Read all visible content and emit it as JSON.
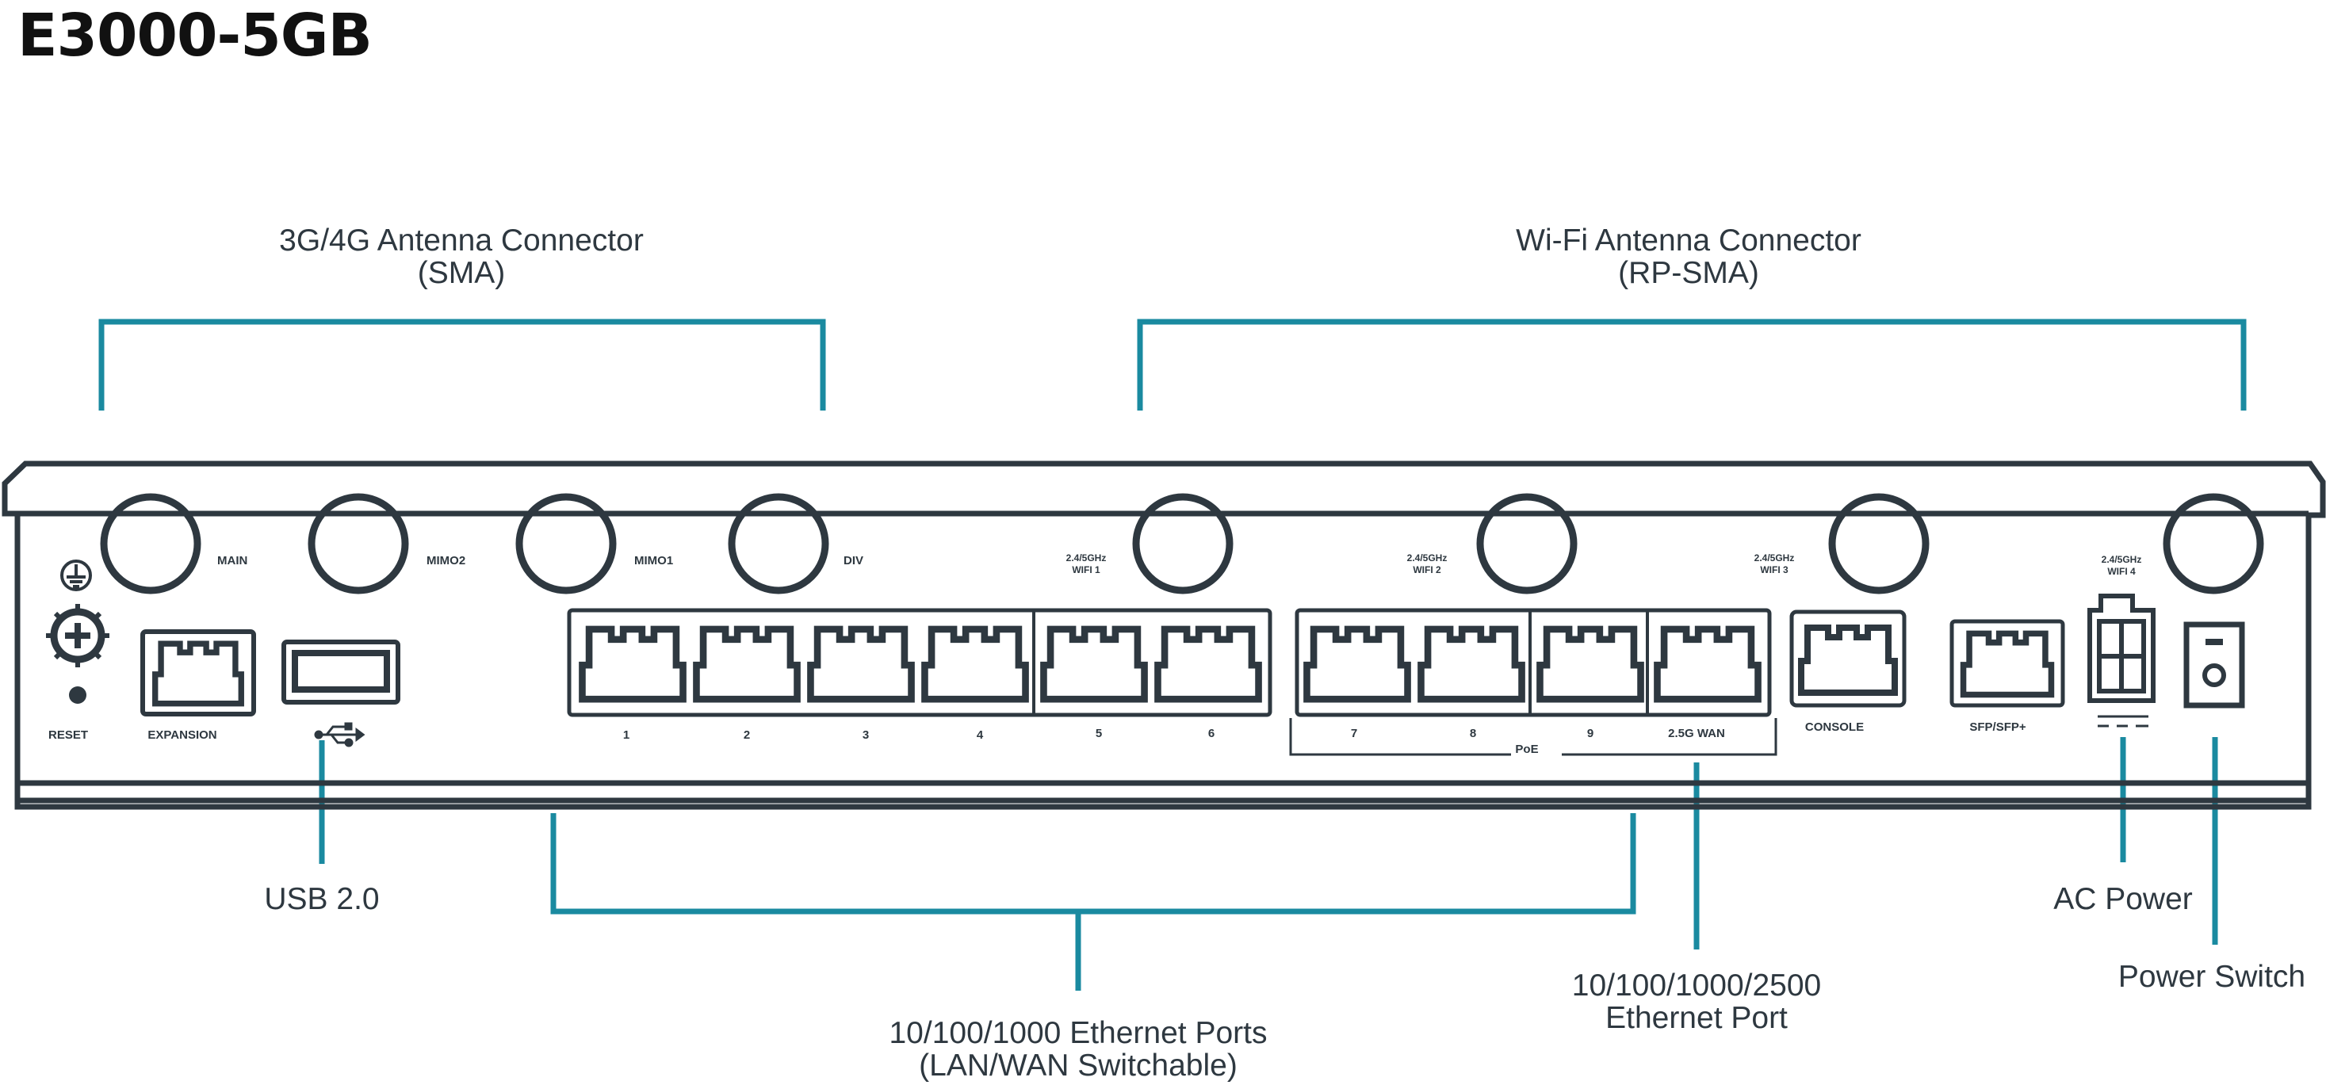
{
  "title": "E3000-5GB",
  "colors": {
    "accent": "#1a8aa0",
    "outline": "#2e3840",
    "background": "#ffffff"
  },
  "callouts": {
    "cellular_antenna": {
      "line1": "3G/4G Antenna Connector",
      "line2": "(SMA)"
    },
    "wifi_antenna": {
      "line1": "Wi-Fi Antenna Connector",
      "line2": "(RP-SMA)"
    },
    "usb": {
      "line1": "USB 2.0"
    },
    "ethernet_ports": {
      "line1": "10/100/1000 Ethernet Ports",
      "line2": "(LAN/WAN Switchable)"
    },
    "wan_port": {
      "line1": "10/100/1000/2500",
      "line2": "Ethernet Port"
    },
    "ac_power": {
      "line1": "AC Power"
    },
    "power_switch": {
      "line1": "Power Switch"
    }
  },
  "device_labels": {
    "main": "MAIN",
    "mimo2": "MIMO2",
    "mimo1": "MIMO1",
    "div": "DIV",
    "wifi1_band": "2.4/5GHz",
    "wifi1": "WIFI 1",
    "wifi2_band": "2.4/5GHz",
    "wifi2": "WIFI 2",
    "wifi3_band": "2.4/5GHz",
    "wifi3": "WIFI 3",
    "wifi4_band": "2.4/5GHz",
    "wifi4": "WIFI 4",
    "reset": "RESET",
    "expansion": "EXPANSION",
    "console": "CONSOLE",
    "sfp": "SFP/SFP+",
    "poe": "PoE",
    "ports": [
      "1",
      "2",
      "3",
      "4",
      "5",
      "6",
      "7",
      "8",
      "9",
      "2.5G WAN"
    ]
  }
}
